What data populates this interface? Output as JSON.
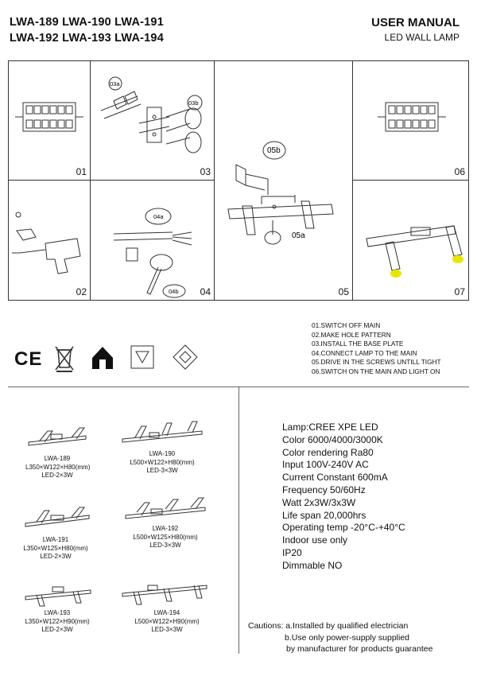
{
  "header": {
    "models_line1": "LWA-189 LWA-190 LWA-191",
    "models_line2": "LWA-192 LWA-193 LWA-194",
    "title": "USER MANUAL",
    "subtitle": "LED WALL LAMP"
  },
  "panels": {
    "p01": "01",
    "p02": "02",
    "p03": "03",
    "p04": "04",
    "p05": "05",
    "p06": "06",
    "p07": "07",
    "tag_03a": "03a",
    "tag_03b": "03b",
    "tag_04a": "04a",
    "tag_04b": "04b",
    "tag_05a": "05a",
    "tag_05b": "05b"
  },
  "steps": [
    "01.SWITCH OFF MAIN",
    "02.MAKE HOLE PATTERN",
    "03.INSTALL THE BASE PLATE",
    "04.CONNECT LAMP TO THE MAIN",
    "05.DRIVE IN THE SCREWS UNTILL TIGHT",
    "06.SWITCH ON THE MAIN AND LIGHT ON"
  ],
  "symbols": {
    "ce": "CE"
  },
  "models": [
    {
      "name": "LWA-189",
      "dims": "L350×W122×H80(mm)",
      "led": "LED-2×3W"
    },
    {
      "name": "LWA-190",
      "dims": "L500×W122×H80(mm)",
      "led": "LED-3×3W"
    },
    {
      "name": "LWA-191",
      "dims": "L350×W125×H80(mm)",
      "led": "LED-2×3W"
    },
    {
      "name": "LWA-192",
      "dims": "L500×W125×H80(mm)",
      "led": "LED-3×3W"
    },
    {
      "name": "LWA-193",
      "dims": "L350×W122×H90(mm)",
      "led": "LED-2×3W"
    },
    {
      "name": "LWA-194",
      "dims": "L500×W122×H90(mm)",
      "led": "LED-3×3W"
    }
  ],
  "specs": [
    "Lamp:CREE XPE LED",
    "Color   6000/4000/3000K",
    "Color rendering   Ra80",
    "Input   100V-240V AC",
    "Current   Constant 600mA",
    "Frequency   50/60Hz",
    "Watt   2x3W/3x3W",
    "Life span   20,000hrs",
    "Operating temp   -20°C-+40°C",
    "Indoor use only",
    "IP20",
    "Dimmable   NO"
  ],
  "cautions": [
    "Cautions: a.Installed by qualified electrician",
    "b.Use only power-supply supplied",
    "by manufacturer for products guarantee"
  ],
  "colors": {
    "line": "#333333",
    "glow": "#e6e600"
  }
}
